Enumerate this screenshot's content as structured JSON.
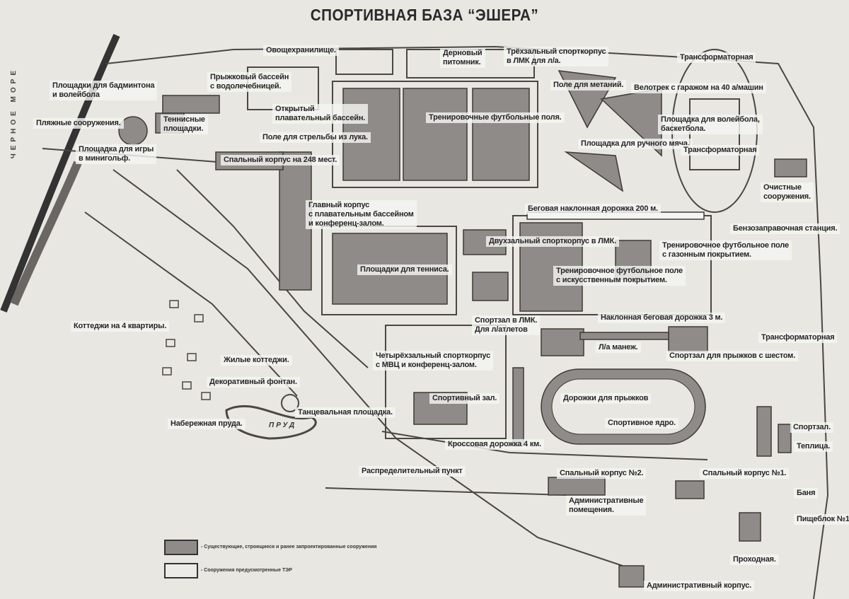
{
  "title": "СПОРТИВНАЯ БАЗА “ЭШЕРА”",
  "sea_label": "ЧЕРНОЕ МОРЕ",
  "pond_label": "ПРУД",
  "colors": {
    "background": "#e9e7e2",
    "existing_building": "#8f8b88",
    "line": "#4a4744"
  },
  "labels": [
    "Овощехранилище.",
    "Дерновый\nпитомник.",
    "Трёхзальный спорткорпус\nв ЛМК для л/а.",
    "Трансформаторная",
    "Площадки для бадминтона\nи волейбола",
    "Прыжковый бассейн\nс водолечебницей.",
    "Поле для метаний.",
    "Велотрек с гаражом на 40 а/машин",
    "Открытый\nплавательный бассейн.",
    "Теннисные\nплощадки.",
    "Пляжные сооружения.",
    "Тренировочные футбольные поля.",
    "Площадка для волейбола,\nбаскетбола.",
    "Поле для стрельбы из лука.",
    "Площадка для игры\nв минигольф.",
    "Площадка для ручного мяча.",
    "Трансформаторная",
    "Спальный корпус на 248 мест.",
    "Главный корпус\nс плавательным бассейном\nи конференц-залом.",
    "Беговая наклонная дорожка 200 м.",
    "Очистные\nсооружения.",
    "Бензозаправочная станция.",
    "Двухзальный спорткорпус в ЛМК.",
    "Тренировочное футбольное поле\nс газонным покрытием.",
    "Площадки для тенниса.",
    "Тренировочное футбольное поле\nс искусственным покрытием.",
    "Коттеджи на 4 квартиры.",
    "Спортзал в ЛМК.\nДля л/атлетов",
    "Наклонная беговая дорожка 3 м.",
    "Трансформаторная",
    "Л/а манеж.",
    "Спортзал для прыжков с шестом.",
    "Четырёхзальный спорткорпус\nс МВЦ и конференц-залом.",
    "Жилые коттеджи.",
    "Декоративный фонтан.",
    "Спортивный зал.",
    "Дорожки для прыжков",
    "Танцевальная площадка.",
    "Набережная пруда.",
    "Спортивное ядро.",
    "Спортзал.",
    "Теплица.",
    "Кроссовая дорожка 4 км.",
    "Распределительный пункт",
    "Спальный корпус №2.",
    "Спальный корпус №1.",
    "Административные\nпомещения.",
    "Баня",
    "Пищеблок №1.",
    "Проходная.",
    "Административный корпус."
  ],
  "legend": [
    "- Существующие, строящиеся и ранее запроектированные сооружения",
    "- Сооружения предусмотренные ТЭР"
  ]
}
